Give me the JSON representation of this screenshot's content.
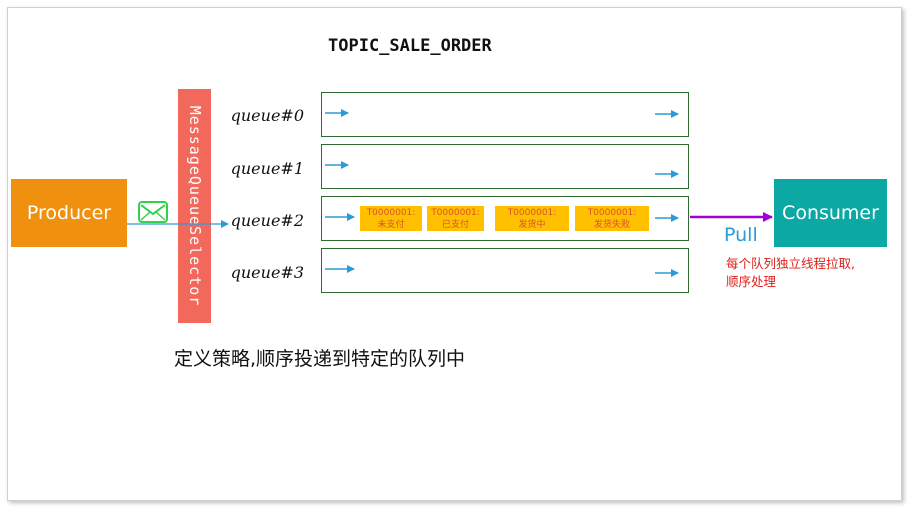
{
  "title": "TOPIC_SALE_ORDER",
  "producer": {
    "label": "Producer"
  },
  "consumer": {
    "label": "Consumer"
  },
  "selector": {
    "label": "MessageQueueSelector"
  },
  "queues": [
    {
      "label": "queue#0"
    },
    {
      "label": "queue#1"
    },
    {
      "label": "queue#2"
    },
    {
      "label": "queue#3"
    }
  ],
  "messages": [
    {
      "id": "T0000001:",
      "status": "未支付"
    },
    {
      "id": "T0000001:",
      "status": "已支付"
    },
    {
      "id": "T0000001:",
      "status": "发货中"
    },
    {
      "id": "T0000001:",
      "status": "发货失败"
    }
  ],
  "pull": {
    "label": "Pull"
  },
  "note": {
    "line1": "每个队列独立线程拉取,",
    "line2": "顺序处理"
  },
  "caption": "定义策略,顺序投递到特定的队列中",
  "colors": {
    "producer": "#f0900f",
    "consumer": "#0ca8a4",
    "selector": "#f2695c",
    "message": "#ffc000",
    "arrow": "#2b9bd8",
    "pull_arrow": "#a000d8",
    "envelope": "#2fd24a",
    "note": "#e0201b"
  },
  "icons": {
    "envelope": "envelope-icon"
  }
}
